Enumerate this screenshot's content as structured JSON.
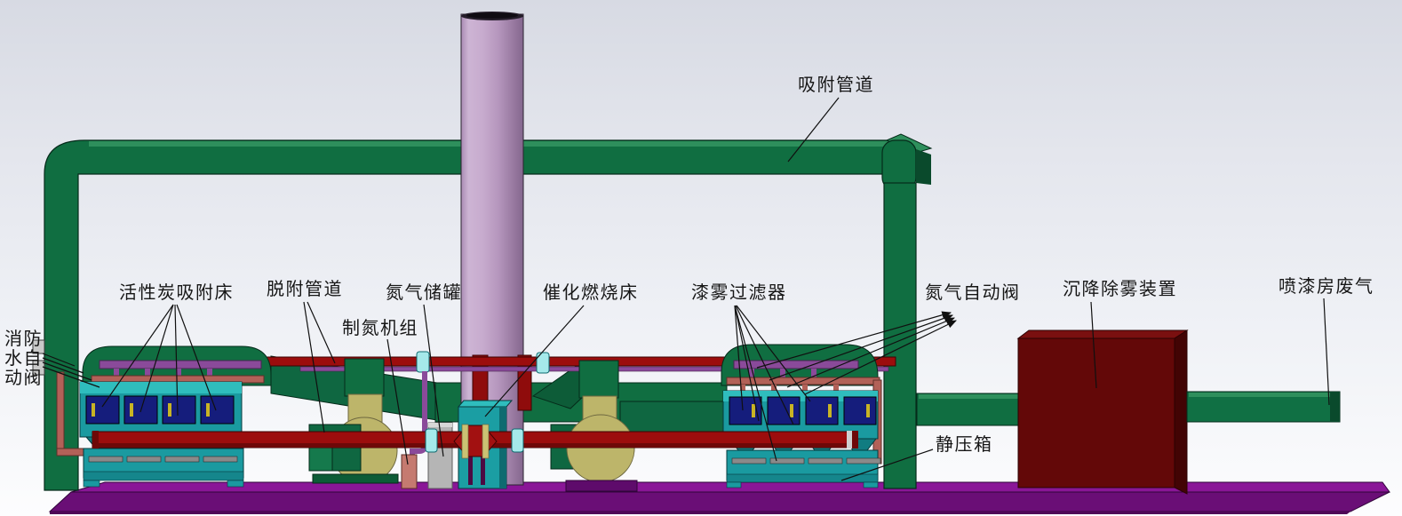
{
  "scene": {
    "description": "3D CAD rendering of a paint spray booth exhaust gas treatment line",
    "labels": {
      "adsorption_duct": "吸附管道",
      "carbon_bed": "活性炭吸附床",
      "fire_water_valve": "消防水自动阀",
      "desorption_duct": "脱附管道",
      "nitrogen_tank": "氮气储罐",
      "nitrogen_generator": "制氮机组",
      "catalytic_bed": "催化燃烧床",
      "paint_mist_filter": "漆雾过滤器",
      "nitrogen_auto_valve": "氮气自动阀",
      "settling_demister": "沉降除雾装置",
      "booth_exhaust": "喷漆房废气",
      "static_pressure_box": "静压箱"
    },
    "colors": {
      "duct_green": "#106e41",
      "machine_teal": "#1a9aa0",
      "panel_blue": "#151d7c",
      "pipe_red": "#9c0d0d",
      "pipe_brown": "#b26158",
      "pipe_purple": "#8a4a9a",
      "chimney_mauve": "#bb9cc3",
      "floor_purple": "#8a1697",
      "demister_maroon": "#630808",
      "blower_khaki": "#bdb56a"
    }
  }
}
